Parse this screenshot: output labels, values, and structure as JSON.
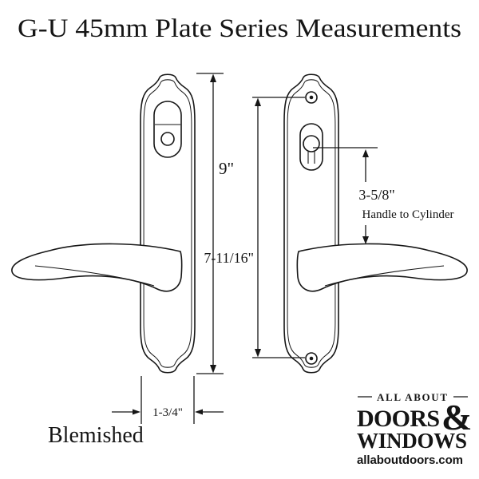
{
  "title": "G-U 45mm Plate Series Measurements",
  "colors": {
    "line": "#161616",
    "website_green": "#8f9d30"
  },
  "dimensions": {
    "plate_height": "9\"",
    "screw_spacing": "7-11/16\"",
    "handle_to_cylinder_value": "3-5/8\"",
    "handle_to_cylinder_label": "Handle to Cylinder",
    "plate_width": "1-3/4\""
  },
  "notes": {
    "condition": "Blemished"
  },
  "logo": {
    "tagline": "ALL ABOUT",
    "word_doors": "DOORS",
    "ampersand": "&",
    "word_windows": "WINDOWS",
    "website": "allaboutdoors.com"
  }
}
